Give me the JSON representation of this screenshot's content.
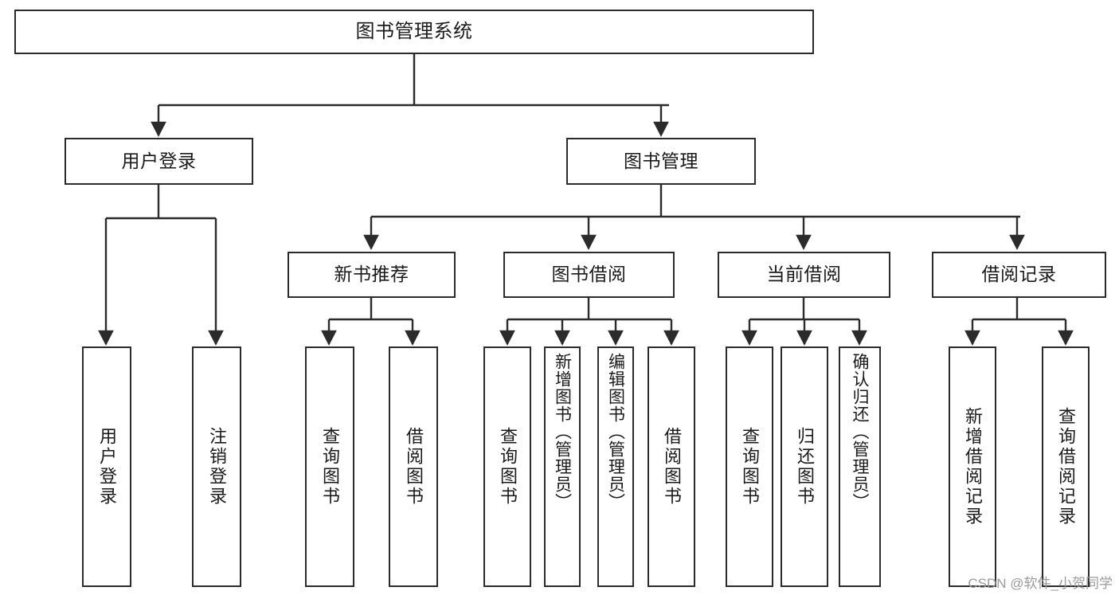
{
  "diagram": {
    "title": "图书管理系统",
    "type": "hierarchy-tree",
    "orientation": "top-down",
    "box_fill": "#ffffff",
    "box_stroke": "#2b2b2b",
    "text_color": "#1a1a1a",
    "background": "#ffffff"
  },
  "watermark": {
    "text": "CSDN @软件_小贺同学",
    "color": "#9b9b9b"
  },
  "nodes": {
    "root": {
      "label": "图书管理系统"
    },
    "level2": [
      {
        "id": "user-login",
        "label": "用户登录"
      },
      {
        "id": "book-manage",
        "label": "图书管理"
      }
    ],
    "level3": [
      {
        "id": "new-book-rec",
        "label": "新书推荐"
      },
      {
        "id": "book-borrow",
        "label": "图书借阅"
      },
      {
        "id": "current-borrow",
        "label": "当前借阅"
      },
      {
        "id": "borrow-record",
        "label": "借阅记录"
      }
    ],
    "leaves": {
      "user_login": [
        {
          "id": "leaf-user-login",
          "label": "用户登录"
        },
        {
          "id": "leaf-logout-login",
          "label": "注销登录"
        }
      ],
      "new_book_rec": [
        {
          "id": "leaf-query-book-1",
          "label": "查询图书"
        },
        {
          "id": "leaf-borrow-book-1",
          "label": "借阅图书"
        }
      ],
      "book_borrow": [
        {
          "id": "leaf-query-book-2",
          "label": "查询图书"
        },
        {
          "id": "leaf-add-book",
          "label": "新增图书（管理员）"
        },
        {
          "id": "leaf-edit-book",
          "label": "编辑图书（管理员）"
        },
        {
          "id": "leaf-borrow-book-2",
          "label": "借阅图书"
        }
      ],
      "current_borrow": [
        {
          "id": "leaf-query-book-3",
          "label": "查询图书"
        },
        {
          "id": "leaf-return-book",
          "label": "归还图书"
        },
        {
          "id": "leaf-confirm-return",
          "label": "确认归还（管理员）"
        }
      ],
      "borrow_record": [
        {
          "id": "leaf-add-record",
          "label": "新增借阅记录"
        },
        {
          "id": "leaf-query-record",
          "label": "查询借阅记录"
        }
      ]
    }
  }
}
